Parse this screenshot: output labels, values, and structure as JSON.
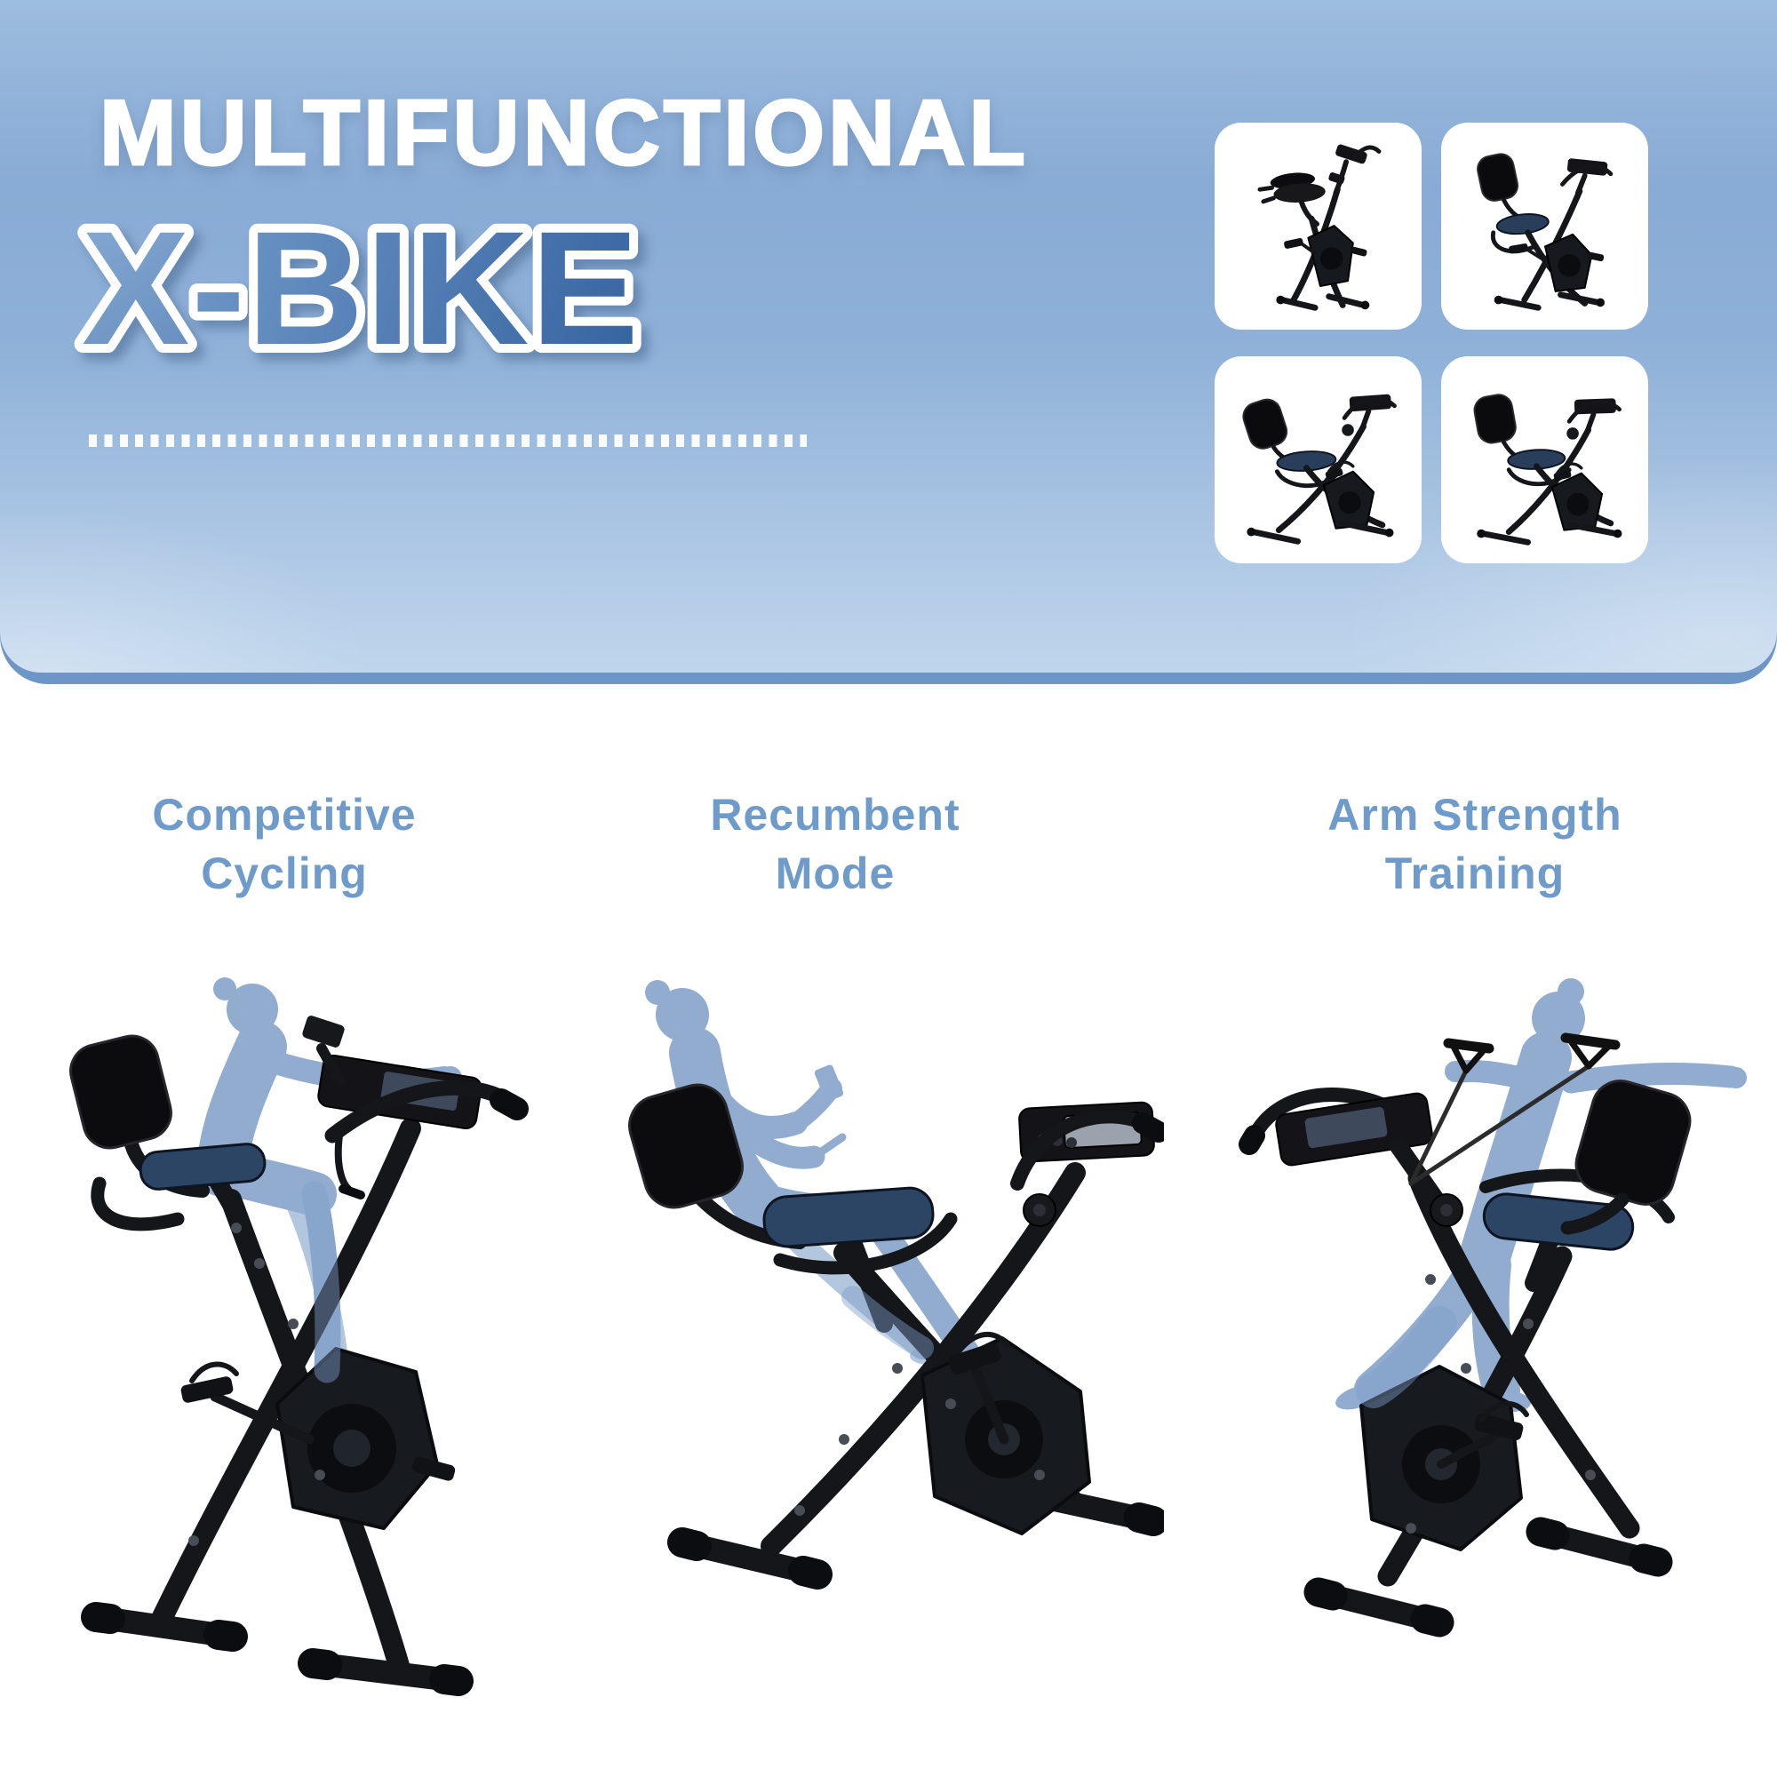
{
  "banner": {
    "title": "MULTIFUNCTIONAL",
    "subtitle_x": "X",
    "subtitle_rest": "-BIKE"
  },
  "gallery": {
    "cards": [
      {
        "icon": "bike-folded-view"
      },
      {
        "icon": "bike-upright-view"
      },
      {
        "icon": "bike-recumbent-view-left"
      },
      {
        "icon": "bike-recumbent-view-right"
      }
    ]
  },
  "features": [
    {
      "line1": "Competitive",
      "line2": "Cycling",
      "illustration": "rider-leaning-forward-cycling"
    },
    {
      "line1": "Recumbent",
      "line2": "Mode",
      "illustration": "rider-reclined-using-phone"
    },
    {
      "line1": "Arm Strength",
      "line2": "Training",
      "illustration": "rider-pulling-resistance-bands"
    }
  ],
  "colors": {
    "banner_top": "#9dbcde",
    "banner_mid": "#88abd5",
    "banner_bottom": "#bfd5ec",
    "banner_edge_strip": "#6d96c6",
    "title": "#ffffff",
    "subtitle_fill_start": "#6f97c7",
    "subtitle_fill_end": "#2d5c9a",
    "feature_label": "#6f9bcb",
    "silhouette": "#7e9ec7",
    "seat_cushion": "#2d4564",
    "bike_frame": "#14161a"
  }
}
